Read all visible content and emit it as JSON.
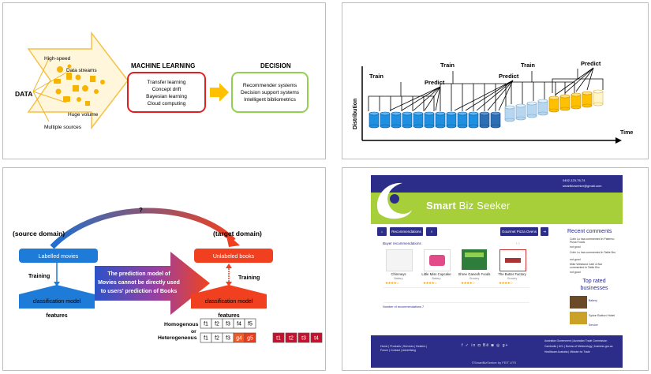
{
  "panel1": {
    "data_label": "DATA",
    "data_tags": [
      "High-speed",
      "Data streams",
      "Huge volume",
      "Multiple sources"
    ],
    "ml_title": "MACHINE LEARNING",
    "ml_items": [
      "Transfer learning",
      "Concept drift",
      "Bayesian learning",
      "Cloud computing"
    ],
    "decision_title": "DECISION",
    "decision_items": [
      "Recommender systems",
      "Decision support systems",
      "Intelligent bibliometrics"
    ],
    "colors": {
      "ml_border": "#e02020",
      "decision_border": "#92d050",
      "arrow": "#ffc000"
    }
  },
  "panel2": {
    "train_labels": [
      "Train",
      "Train",
      "Train"
    ],
    "predict_labels": [
      "Predict",
      "Predict",
      "Predict"
    ],
    "y_axis": "Distribution",
    "x_axis": "Time",
    "colors": {
      "blue": "#1f8fe0",
      "light_blue": "#b7d7f0",
      "yellow": "#ffc000"
    }
  },
  "panel3": {
    "question": "?",
    "source_domain": "(source domain)",
    "target_domain": "(target domain)",
    "labelled_movies": "Labelled movies",
    "unlabeled_books": "Unlabeled books",
    "training_left": "Training",
    "training_right": "Training",
    "model_left": "classification model",
    "model_right": "classification model",
    "features_left": "features",
    "features_right": "features",
    "middle_text": [
      "The prediction model of",
      "Movies cannot be directly used",
      "to users' prediction of Books"
    ],
    "homogenous": "Homogenous",
    "or": "or",
    "heterogeneous": "Heterogeneous",
    "row1": [
      "f1",
      "f2",
      "f3",
      "f4",
      "f5"
    ],
    "row2": [
      "f1",
      "f2",
      "f3",
      "g4",
      "g5"
    ],
    "t_cells": [
      "t1",
      "t2",
      "t3",
      "t4"
    ]
  },
  "panel4": {
    "phone": "0402-123-76-74",
    "email": "smartbizseeker@gmail.com",
    "site_title_a": "Smart",
    "site_title_b": " Biz Seeker",
    "recommendations_btn": "Recommendations",
    "user_btn": "Gourmet Pizza Ovens",
    "section": "Buyer recommendations",
    "products": [
      {
        "name": "Chimneys",
        "sub": "Bakery"
      },
      {
        "name": "Little Miss Cupcake",
        "sub": "Bakery"
      },
      {
        "name": "Shree Ganesh Foods",
        "sub": "Grocery"
      },
      {
        "name": "The Butter Factory",
        "sub": "Grocery"
      }
    ],
    "number_of_recs": "Number of recommendations 7",
    "recent_comments": "Recent comments",
    "comments": [
      "Colin Lu has commented in Palermo Pizza Foods",
      "Colin Lu has commented in Table Bro",
      "Mike Westland Cafe & Bar commented in Table Bro"
    ],
    "not_good": "not good",
    "top_rated": "Top rated businesses",
    "biz1": "Bakery",
    "biz2": "Spice Button Hotel",
    "biz2_sub": "Service",
    "footer_links": "Home | Products | Services | Dealers | Forum | Contact | Advertising",
    "footer_right": [
      "Australian Government | Australian Trade Commission",
      "Cambodia | UCL | Bureau of Meteorology | business.gov.au",
      "Healthcare Australia | Minister for Trade"
    ],
    "copyright": "©SmartBizSeeker by FEIT UTS",
    "social": "f ✓ in ◘ Bē ◙ ◎ g+"
  }
}
